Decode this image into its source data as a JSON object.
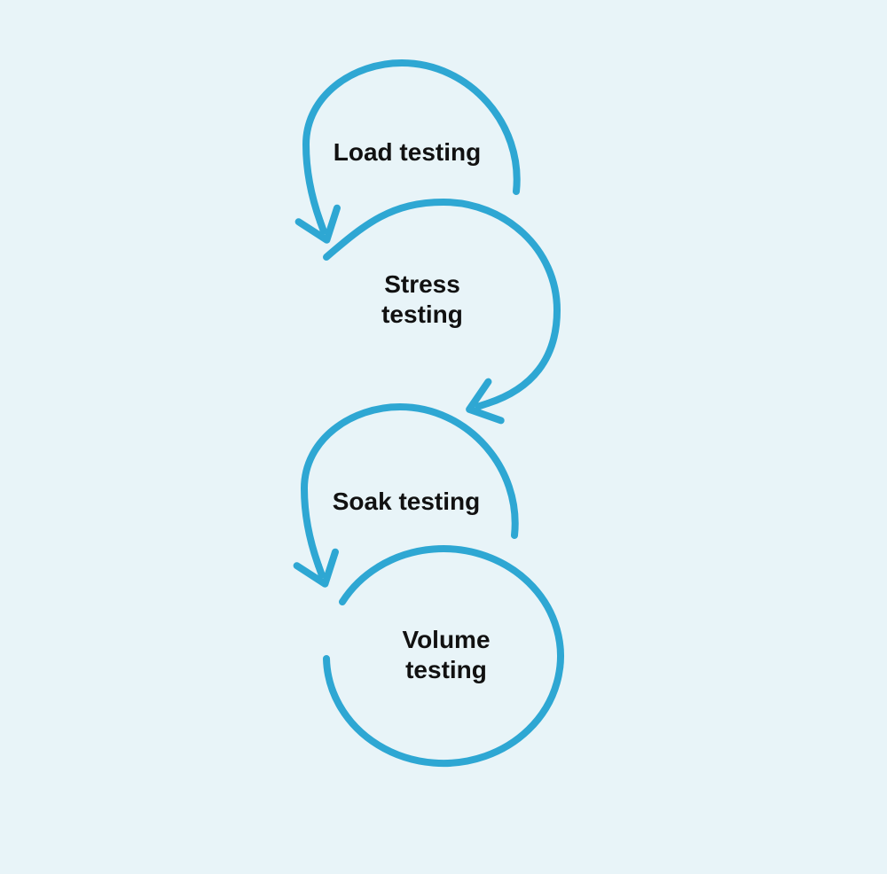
{
  "colors": {
    "background": "#E8F4F8",
    "accent": "#2EA7D3",
    "text": "#111111"
  },
  "diagram": {
    "type": "performance-testing-loop-flow",
    "steps": [
      {
        "label": "Load testing"
      },
      {
        "label": "Stress\ntesting"
      },
      {
        "label": "Soak testing"
      },
      {
        "label": "Volume\ntesting"
      }
    ]
  }
}
